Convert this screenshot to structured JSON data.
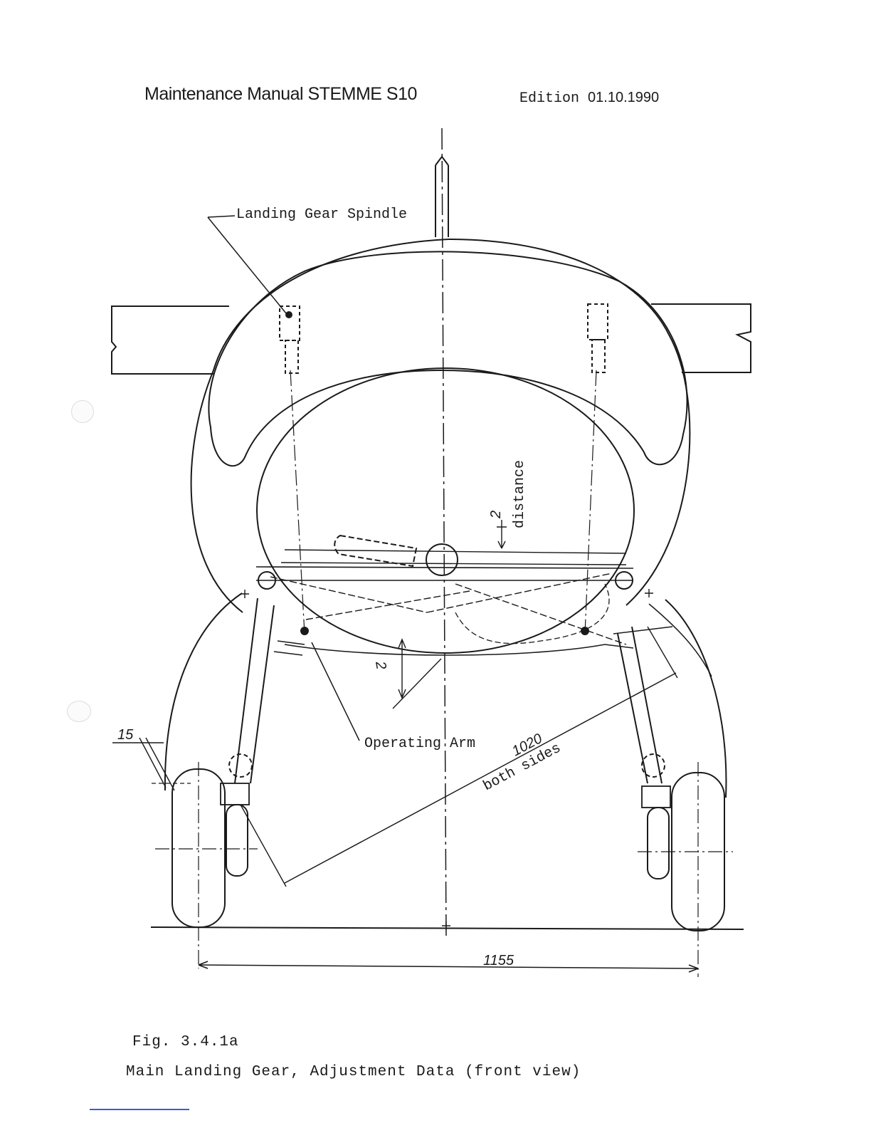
{
  "header": {
    "title": "Maintenance Manual STEMME S10",
    "edition_label": "Edition",
    "edition_date": "01.10.1990"
  },
  "labels": {
    "spindle": "Landing Gear Spindle",
    "distance": "distance",
    "distance_value": "2",
    "operating_arm": "Operating Arm",
    "arm_offset": "2",
    "angle_value": "15",
    "length_value": "1020",
    "length_note": "both sides",
    "track_value": "1155"
  },
  "caption": {
    "number": "Fig. 3.4.1a",
    "title": "Main Landing Gear, Adjustment Data (front view)"
  },
  "colors": {
    "ink": "#1a1a1a",
    "footer_rule": "#3b5bd6"
  }
}
